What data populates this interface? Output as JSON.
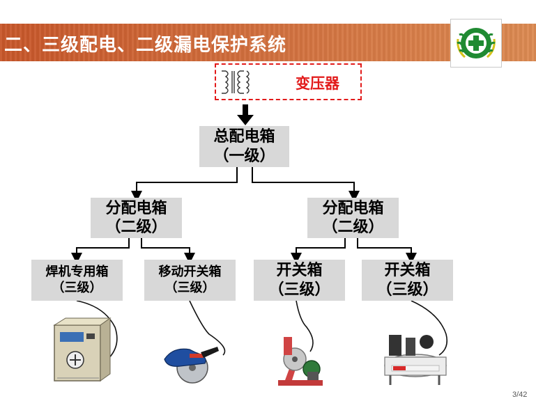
{
  "header": {
    "title": "二、三级配电、二级漏电保护系统"
  },
  "transformer": {
    "label": "变压器"
  },
  "tree": {
    "main_box": {
      "name": "总配电箱",
      "level": "（一级）"
    },
    "dist_left": {
      "name": "分配电箱",
      "level": "（二级）"
    },
    "dist_right": {
      "name": "分配电箱",
      "level": "（二级）"
    },
    "switch_1": {
      "name": "焊机专用箱",
      "level": "（三级）"
    },
    "switch_2": {
      "name": "移动开关箱",
      "level": "（三级）"
    },
    "switch_3": {
      "name": "开关箱",
      "level": "（三级）"
    },
    "switch_4": {
      "name": "开关箱",
      "level": "（三级）"
    }
  },
  "equipment": {
    "items": [
      "welding-machine-icon",
      "handheld-cutter-icon",
      "cut-off-saw-icon",
      "air-compressor-icon"
    ]
  },
  "footer": {
    "page_number": "3/42"
  },
  "colors": {
    "header_bar": "#d2703e",
    "title_text": "#ffffff",
    "transformer_border": "#e21a1a",
    "node_fill": "#d8d8d8",
    "logo_green": "#1f8a32"
  }
}
